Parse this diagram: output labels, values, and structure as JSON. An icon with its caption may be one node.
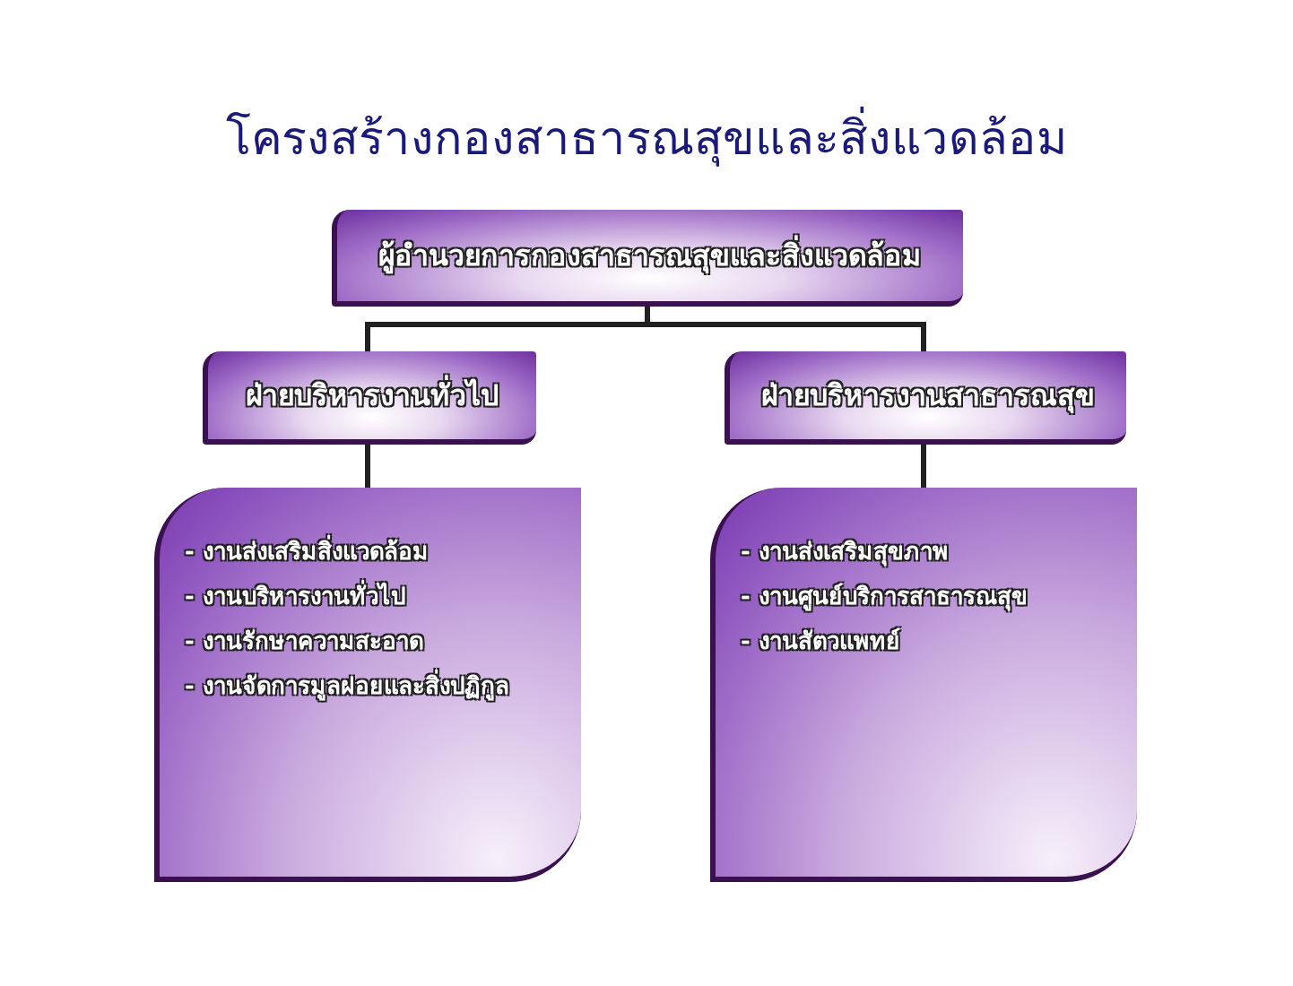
{
  "diagram": {
    "title": "โครงสร้างกองสาธารณสุขและสิ่งแวดล้อม",
    "nodes": [
      {
        "text": [
          "ผู้อำนวยการกองสาธารณสุขและสิ่งแวดล้อม"
        ]
      },
      {
        "text": [
          "ฝ่ายบริหารงานทั่วไป"
        ]
      },
      {
        "text": [
          "ฝ่ายบริหารงานสาธารณสุข"
        ]
      },
      {
        "text": [
          "- งานส่งเสริมสิ่งแวดล้อม",
          "- งานบริหารงานทั่วไป",
          "- งานรักษาความสะอาด",
          "- งานจัดการมูลฝอยและสิ่งปฏิกูล"
        ]
      },
      {
        "text": [
          "- งานส่งเสริมสุขภาพ",
          "- งานศูนย์บริการสาธารณสุข",
          "- งานสัตวแพทย์"
        ]
      }
    ],
    "edges": [
      {
        "from": 0,
        "to": 1,
        "arrow": "none"
      },
      {
        "from": 0,
        "to": 2,
        "arrow": "none"
      },
      {
        "from": 1,
        "to": 3,
        "arrow": "none"
      },
      {
        "from": 2,
        "to": 4,
        "arrow": "none"
      }
    ]
  }
}
